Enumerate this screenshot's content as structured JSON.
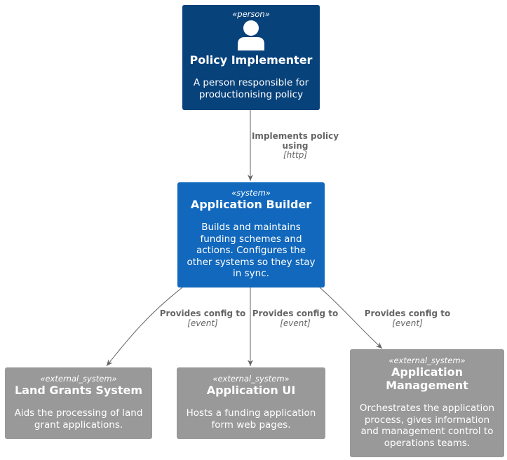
{
  "colors": {
    "person": "#08427B",
    "system": "#1168BD",
    "external_system": "#999999",
    "edge": "#666666"
  },
  "nodes": {
    "policy_implementer": {
      "stereotype": "«person»",
      "icon": "person-icon",
      "title": "Policy Implementer",
      "description": "A person responsible for productionising policy"
    },
    "application_builder": {
      "stereotype": "«system»",
      "title": "Application Builder",
      "description": "Builds and maintains funding schemes and actions. Configures the other systems so they stay in sync."
    },
    "land_grants_system": {
      "stereotype": "«external_system»",
      "title": "Land Grants System",
      "description": "Aids the processing of land grant applications."
    },
    "application_ui": {
      "stereotype": "«external_system»",
      "title": "Application UI",
      "description": "Hosts a funding application form web pages."
    },
    "application_management": {
      "stereotype": "«external_system»",
      "title": "Application Management",
      "description": "Orchestrates the application process, gives information and management control to operations teams."
    }
  },
  "relationships": [
    {
      "label": "Implements policy using",
      "technology": "[http]"
    },
    {
      "label": "Provides config to",
      "technology": "[event]"
    },
    {
      "label": "Provides config to",
      "technology": "[event]"
    },
    {
      "label": "Provides config to",
      "technology": "[event]"
    }
  ]
}
